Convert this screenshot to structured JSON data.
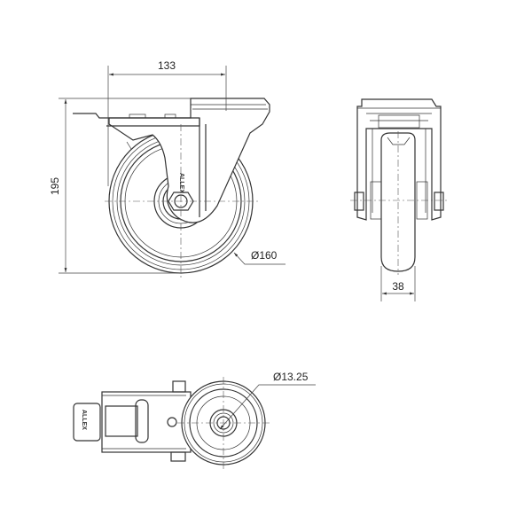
{
  "drawing": {
    "front_view": {
      "width_dimension": "133",
      "height_dimension": "195",
      "wheel_diameter": "Ø160",
      "logo": "ALLEX"
    },
    "side_view": {
      "wheel_width_dimension": "38"
    },
    "top_view": {
      "bolt_hole_diameter": "Ø13.25",
      "logo": "ALLEX"
    }
  }
}
